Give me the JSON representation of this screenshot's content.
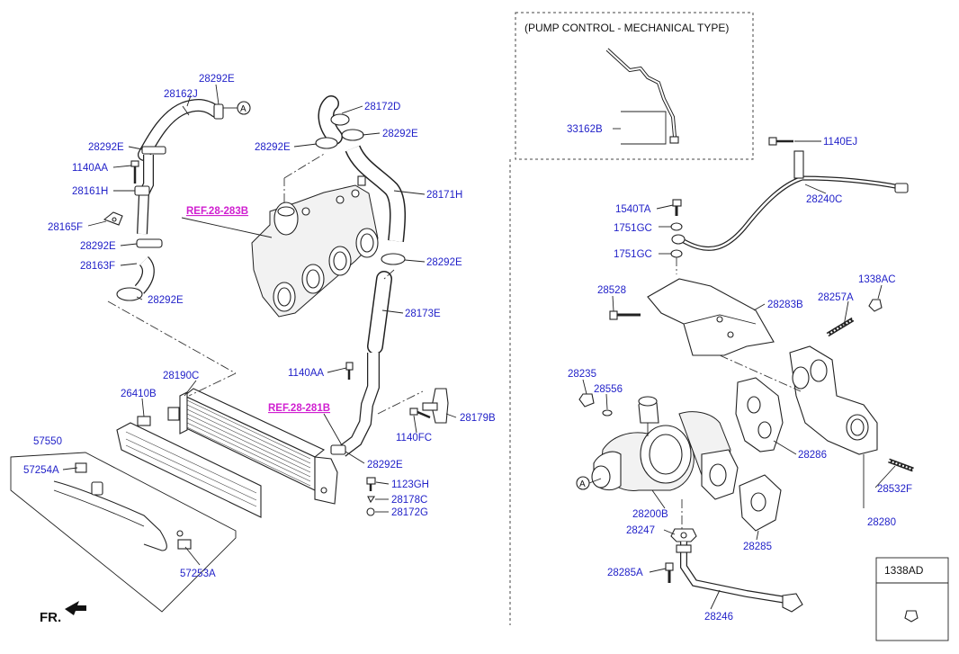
{
  "section_title": "(PUMP CONTROL - MECHANICAL TYPE)",
  "direction_label": "FR.",
  "view_marker": "A",
  "legend_box_label": "1338AD",
  "ref_labels": {
    "intake_manifold_ref": "REF.28-283B",
    "exhaust_manifold_ref": "REF.28-281B"
  },
  "part_labels": {
    "p28292E_top": "28292E",
    "p28162J": "28162J",
    "p28292E_a": "28292E",
    "p1140AA_a": "1140AA",
    "p28161H": "28161H",
    "p28165F": "28165F",
    "p28292E_b": "28292E",
    "p28163F": "28163F",
    "p28292E_c": "28292E",
    "p28172D": "28172D",
    "p28292E_d": "28292E",
    "p28292E_e": "28292E",
    "p28171H": "28171H",
    "p28292E_f": "28292E",
    "p28173E": "28173E",
    "p1140AA_b": "1140AA",
    "p28190C": "28190C",
    "p26410B": "26410B",
    "p28179B": "28179B",
    "p1140FC": "1140FC",
    "p57550": "57550",
    "p57254A": "57254A",
    "p28292E_g": "28292E",
    "p1123GH": "1123GH",
    "p28178C": "28178C",
    "p28172G": "28172G",
    "p57253A": "57253A",
    "p33162B": "33162B",
    "p1140EJ": "1140EJ",
    "p28240C": "28240C",
    "p1540TA": "1540TA",
    "p1751GC_a": "1751GC",
    "p1751GC_b": "1751GC",
    "p1338AC": "1338AC",
    "p28528": "28528",
    "p28283B": "28283B",
    "p28257A": "28257A",
    "p28235": "28235",
    "p28556": "28556",
    "p28286": "28286",
    "p28532F": "28532F",
    "p28280": "28280",
    "p28200B": "28200B",
    "p28247": "28247",
    "p28285": "28285",
    "p28285A": "28285A",
    "p28246": "28246"
  }
}
